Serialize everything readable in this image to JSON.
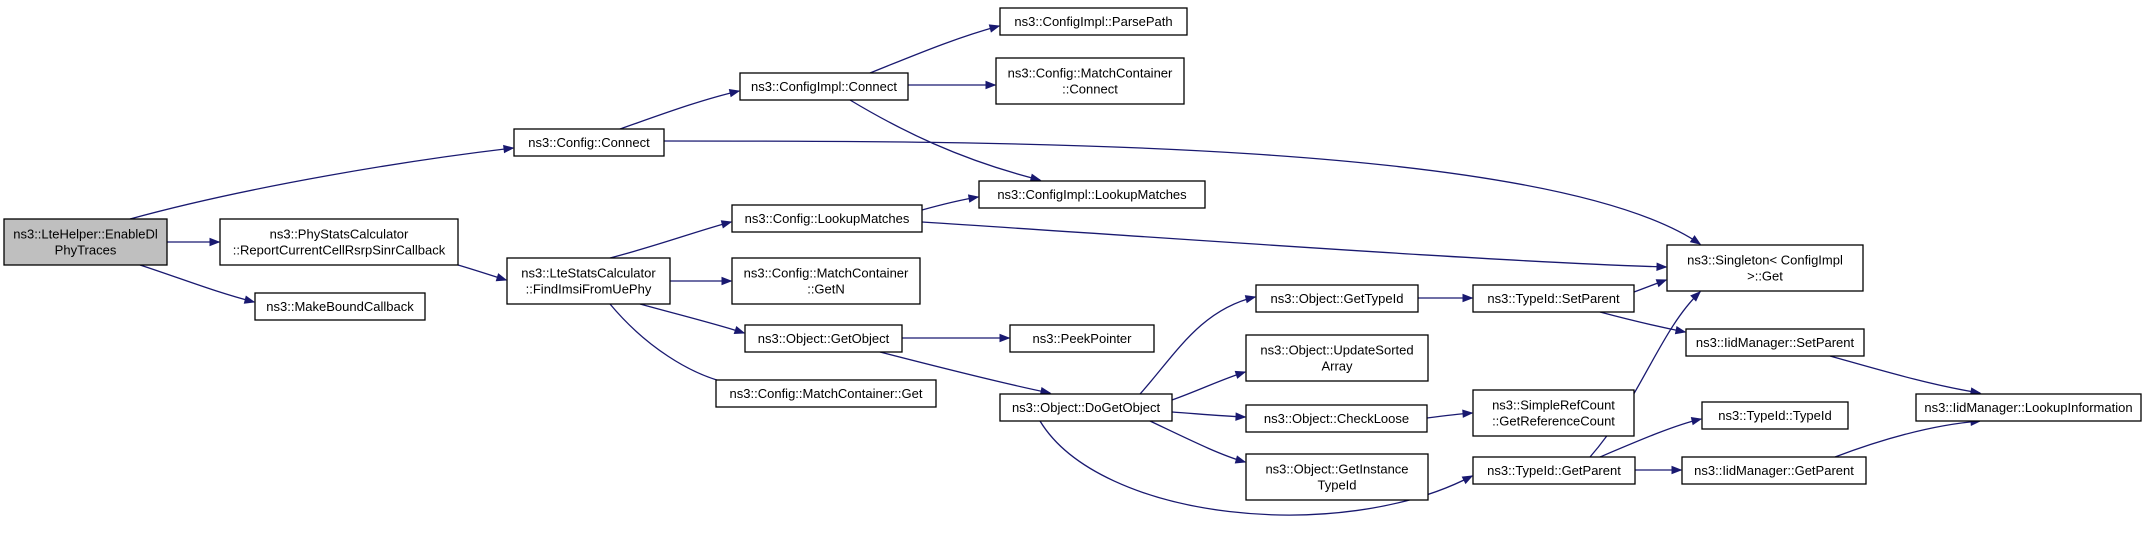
{
  "nodes": [
    {
      "id": "lte_enable",
      "lines": [
        "ns3::LteHelper::EnableDl",
        "PhyTraces"
      ],
      "root": true
    },
    {
      "id": "config_connect",
      "lines": [
        "ns3::Config::Connect"
      ]
    },
    {
      "id": "phystats",
      "lines": [
        "ns3::PhyStatsCalculator",
        "::ReportCurrentCellRsrpSinrCallback"
      ]
    },
    {
      "id": "makebound",
      "lines": [
        "ns3::MakeBoundCallback"
      ]
    },
    {
      "id": "cfgimpl_connect",
      "lines": [
        "ns3::ConfigImpl::Connect"
      ]
    },
    {
      "id": "ltestats",
      "lines": [
        "ns3::LteStatsCalculator",
        "::FindImsiFromUePhy"
      ]
    },
    {
      "id": "parsepath",
      "lines": [
        "ns3::ConfigImpl::ParsePath"
      ]
    },
    {
      "id": "mc_connect",
      "lines": [
        "ns3::Config::MatchContainer",
        "::Connect"
      ]
    },
    {
      "id": "cfgimpl_lookup",
      "lines": [
        "ns3::ConfigImpl::LookupMatches"
      ]
    },
    {
      "id": "cfg_lookup",
      "lines": [
        "ns3::Config::LookupMatches"
      ]
    },
    {
      "id": "mc_getn",
      "lines": [
        "ns3::Config::MatchContainer",
        "::GetN"
      ]
    },
    {
      "id": "getobject",
      "lines": [
        "ns3::Object::GetObject"
      ]
    },
    {
      "id": "mc_get",
      "lines": [
        "ns3::Config::MatchContainer::Get"
      ]
    },
    {
      "id": "singleton",
      "lines": [
        "ns3::Singleton< ConfigImpl",
        " >::Get"
      ]
    },
    {
      "id": "peekpointer",
      "lines": [
        "ns3::PeekPointer"
      ]
    },
    {
      "id": "dogetobject",
      "lines": [
        "ns3::Object::DoGetObject"
      ]
    },
    {
      "id": "gettypeid",
      "lines": [
        "ns3::Object::GetTypeId"
      ]
    },
    {
      "id": "updatesorted",
      "lines": [
        "ns3::Object::UpdateSorted",
        "Array"
      ]
    },
    {
      "id": "checkloose",
      "lines": [
        "ns3::Object::CheckLoose"
      ]
    },
    {
      "id": "getinstance",
      "lines": [
        "ns3::Object::GetInstance",
        "TypeId"
      ]
    },
    {
      "id": "setparent",
      "lines": [
        "ns3::TypeId::SetParent"
      ]
    },
    {
      "id": "simpleref",
      "lines": [
        "ns3::SimpleRefCount",
        "::GetReferenceCount"
      ]
    },
    {
      "id": "typeid_getparent",
      "lines": [
        "ns3::TypeId::GetParent"
      ]
    },
    {
      "id": "iid_setparent",
      "lines": [
        "ns3::IidManager::SetParent"
      ]
    },
    {
      "id": "typeid_typeid",
      "lines": [
        "ns3::TypeId::TypeId"
      ]
    },
    {
      "id": "iid_getparent",
      "lines": [
        "ns3::IidManager::GetParent"
      ]
    },
    {
      "id": "iid_lookup",
      "lines": [
        "ns3::IidManager::LookupInformation"
      ]
    }
  ],
  "edges": [
    [
      "lte_enable",
      "config_connect"
    ],
    [
      "lte_enable",
      "phystats"
    ],
    [
      "lte_enable",
      "makebound"
    ],
    [
      "config_connect",
      "cfgimpl_connect"
    ],
    [
      "config_connect",
      "singleton"
    ],
    [
      "cfgimpl_connect",
      "parsepath"
    ],
    [
      "cfgimpl_connect",
      "mc_connect"
    ],
    [
      "cfgimpl_connect",
      "cfgimpl_lookup"
    ],
    [
      "phystats",
      "ltestats"
    ],
    [
      "ltestats",
      "cfg_lookup"
    ],
    [
      "ltestats",
      "mc_getn"
    ],
    [
      "ltestats",
      "getobject"
    ],
    [
      "ltestats",
      "mc_get"
    ],
    [
      "cfg_lookup",
      "cfgimpl_lookup"
    ],
    [
      "cfg_lookup",
      "singleton"
    ],
    [
      "getobject",
      "peekpointer"
    ],
    [
      "getobject",
      "dogetobject"
    ],
    [
      "dogetobject",
      "gettypeid"
    ],
    [
      "dogetobject",
      "updatesorted"
    ],
    [
      "dogetobject",
      "checkloose"
    ],
    [
      "dogetobject",
      "getinstance"
    ],
    [
      "dogetobject",
      "typeid_getparent"
    ],
    [
      "gettypeid",
      "setparent"
    ],
    [
      "setparent",
      "singleton"
    ],
    [
      "setparent",
      "iid_setparent"
    ],
    [
      "checkloose",
      "simpleref"
    ],
    [
      "typeid_getparent",
      "singleton"
    ],
    [
      "typeid_getparent",
      "typeid_typeid"
    ],
    [
      "typeid_getparent",
      "iid_getparent"
    ],
    [
      "iid_setparent",
      "iid_lookup"
    ],
    [
      "iid_getparent",
      "iid_lookup"
    ]
  ]
}
